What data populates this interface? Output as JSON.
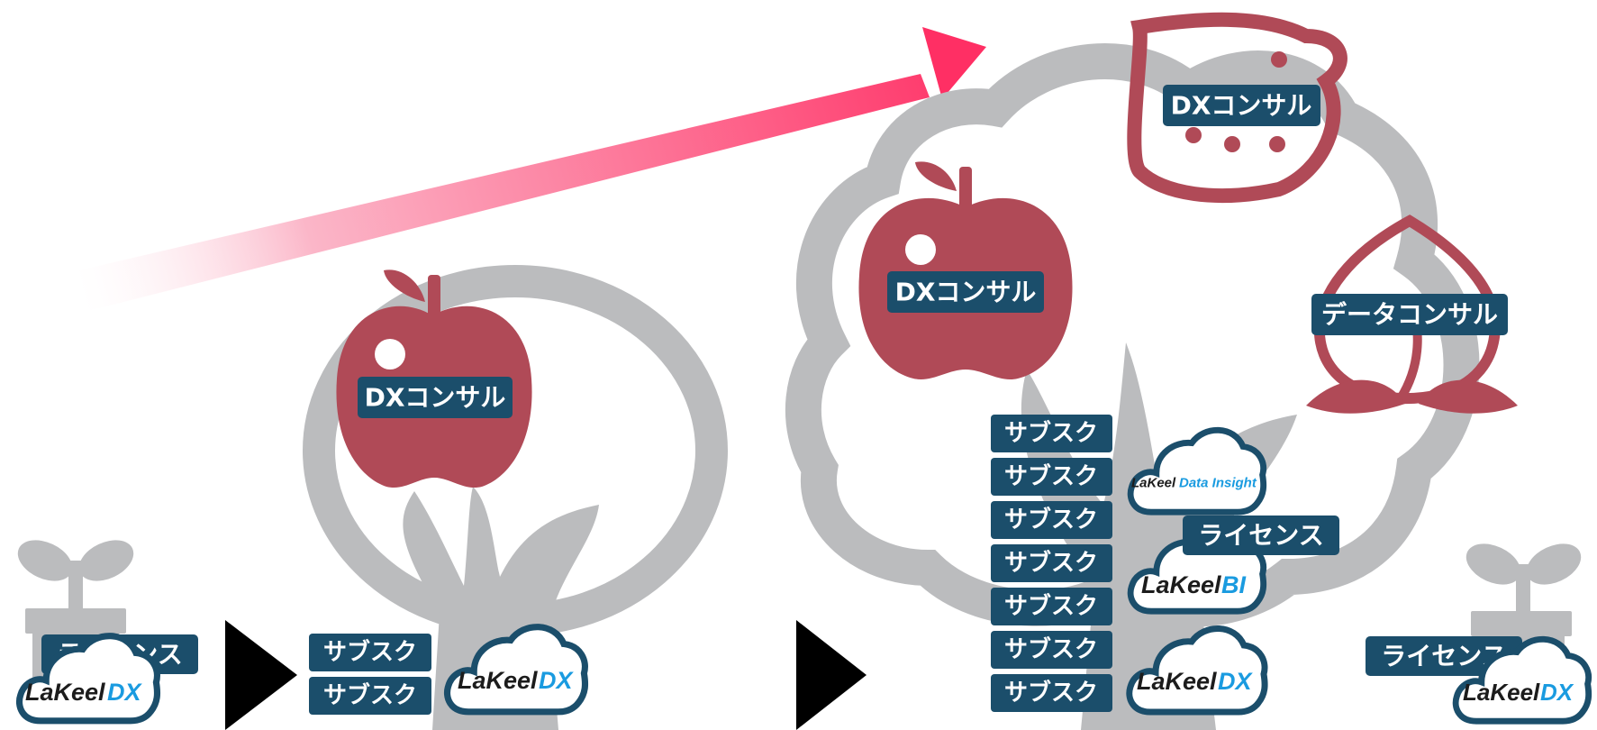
{
  "colors": {
    "tree": "#bbbcbe",
    "fruit": "#b04a57",
    "label_bg": "#1b4e6b",
    "cloud_border": "#1b4e6b",
    "logo_dark": "#1c1c1c",
    "logo_accent": "#1a9be0",
    "arrow_start": "#ffffff",
    "arrow_end": "#ff2f64",
    "triangle": "#000000"
  },
  "icons": [
    "sprout-icon",
    "tree-icon",
    "apple-icon",
    "lemon-icon",
    "peach-icon",
    "cloud-icon",
    "growth-arrow-icon",
    "play-triangle-icon"
  ],
  "stage1": {
    "license_label": "ライセンス",
    "product_logo": {
      "brand": "LaKeel",
      "suffix": "DX"
    }
  },
  "stage2": {
    "fruit_label": "DXコンサル",
    "subscriptions": [
      "サブスク",
      "サブスク"
    ],
    "product_logo": {
      "brand": "LaKeel",
      "suffix": "DX"
    }
  },
  "stage3": {
    "apple_label": "DXコンサル",
    "lemon_label": "DXコンサル",
    "peach_label": "データコンサル",
    "subscriptions": [
      "サブスク",
      "サブスク",
      "サブスク",
      "サブスク",
      "サブスク",
      "サブスク",
      "サブスク"
    ],
    "license_label": "ライセンス",
    "products": [
      {
        "brand": "LaKeel",
        "suffix": "Data Insight"
      },
      {
        "brand": "LaKeel",
        "suffix": "BI"
      },
      {
        "brand": "LaKeel",
        "suffix": "DX"
      }
    ]
  },
  "stage4": {
    "license_label": "ライセンス",
    "product_logo": {
      "brand": "LaKeel",
      "suffix": "DX"
    }
  }
}
